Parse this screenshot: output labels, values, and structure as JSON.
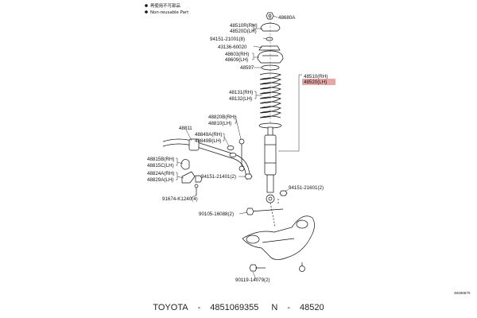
{
  "legend": {
    "items": [
      {
        "symbol": "●",
        "text": "再使用不可部品"
      },
      {
        "symbol": "●",
        "text": "Non-reusable Part"
      }
    ]
  },
  "highlight_color": "#e08a8a",
  "labels": {
    "p48680A": "48680A",
    "p48510R": "48510R(RH)",
    "p48520D": "48520D(LH)",
    "p94151_21001": "94151-21001(8)",
    "p43136": "43136-60020",
    "p48603": "48603(RH)",
    "p48609": "48609(LH)",
    "p48597": "48597",
    "p48510rh": "48510(RH)",
    "p48520lh": "48520(LH)",
    "p48131": "48131(RH)",
    "p48132": "48132(LH)",
    "p48820B": "48820B(RH)",
    "p48810": "48810(LH)",
    "p48811": "48811",
    "p48849A": "48849A(RH)",
    "p48849B": "48849B(LH)",
    "p48815B": "48815B(RH)",
    "p48815C": "48815C(LH)",
    "p48824A": "48824A(RH)",
    "p48829A": "48829A(LH)",
    "p94151_21401": "94151-21401(2)",
    "p91674": "91674-K1240(4)",
    "p94151_21601": "94151-21601(2)",
    "p90105": "90105-16088(2)",
    "p90119": "90119-14079(2)",
    "drawing_no": "48266670"
  },
  "caption": {
    "brand": "TOYOTA",
    "sep1": "-",
    "part_number": "4851069355",
    "prefix": "N",
    "sep2": "-",
    "short_number": "48520"
  }
}
